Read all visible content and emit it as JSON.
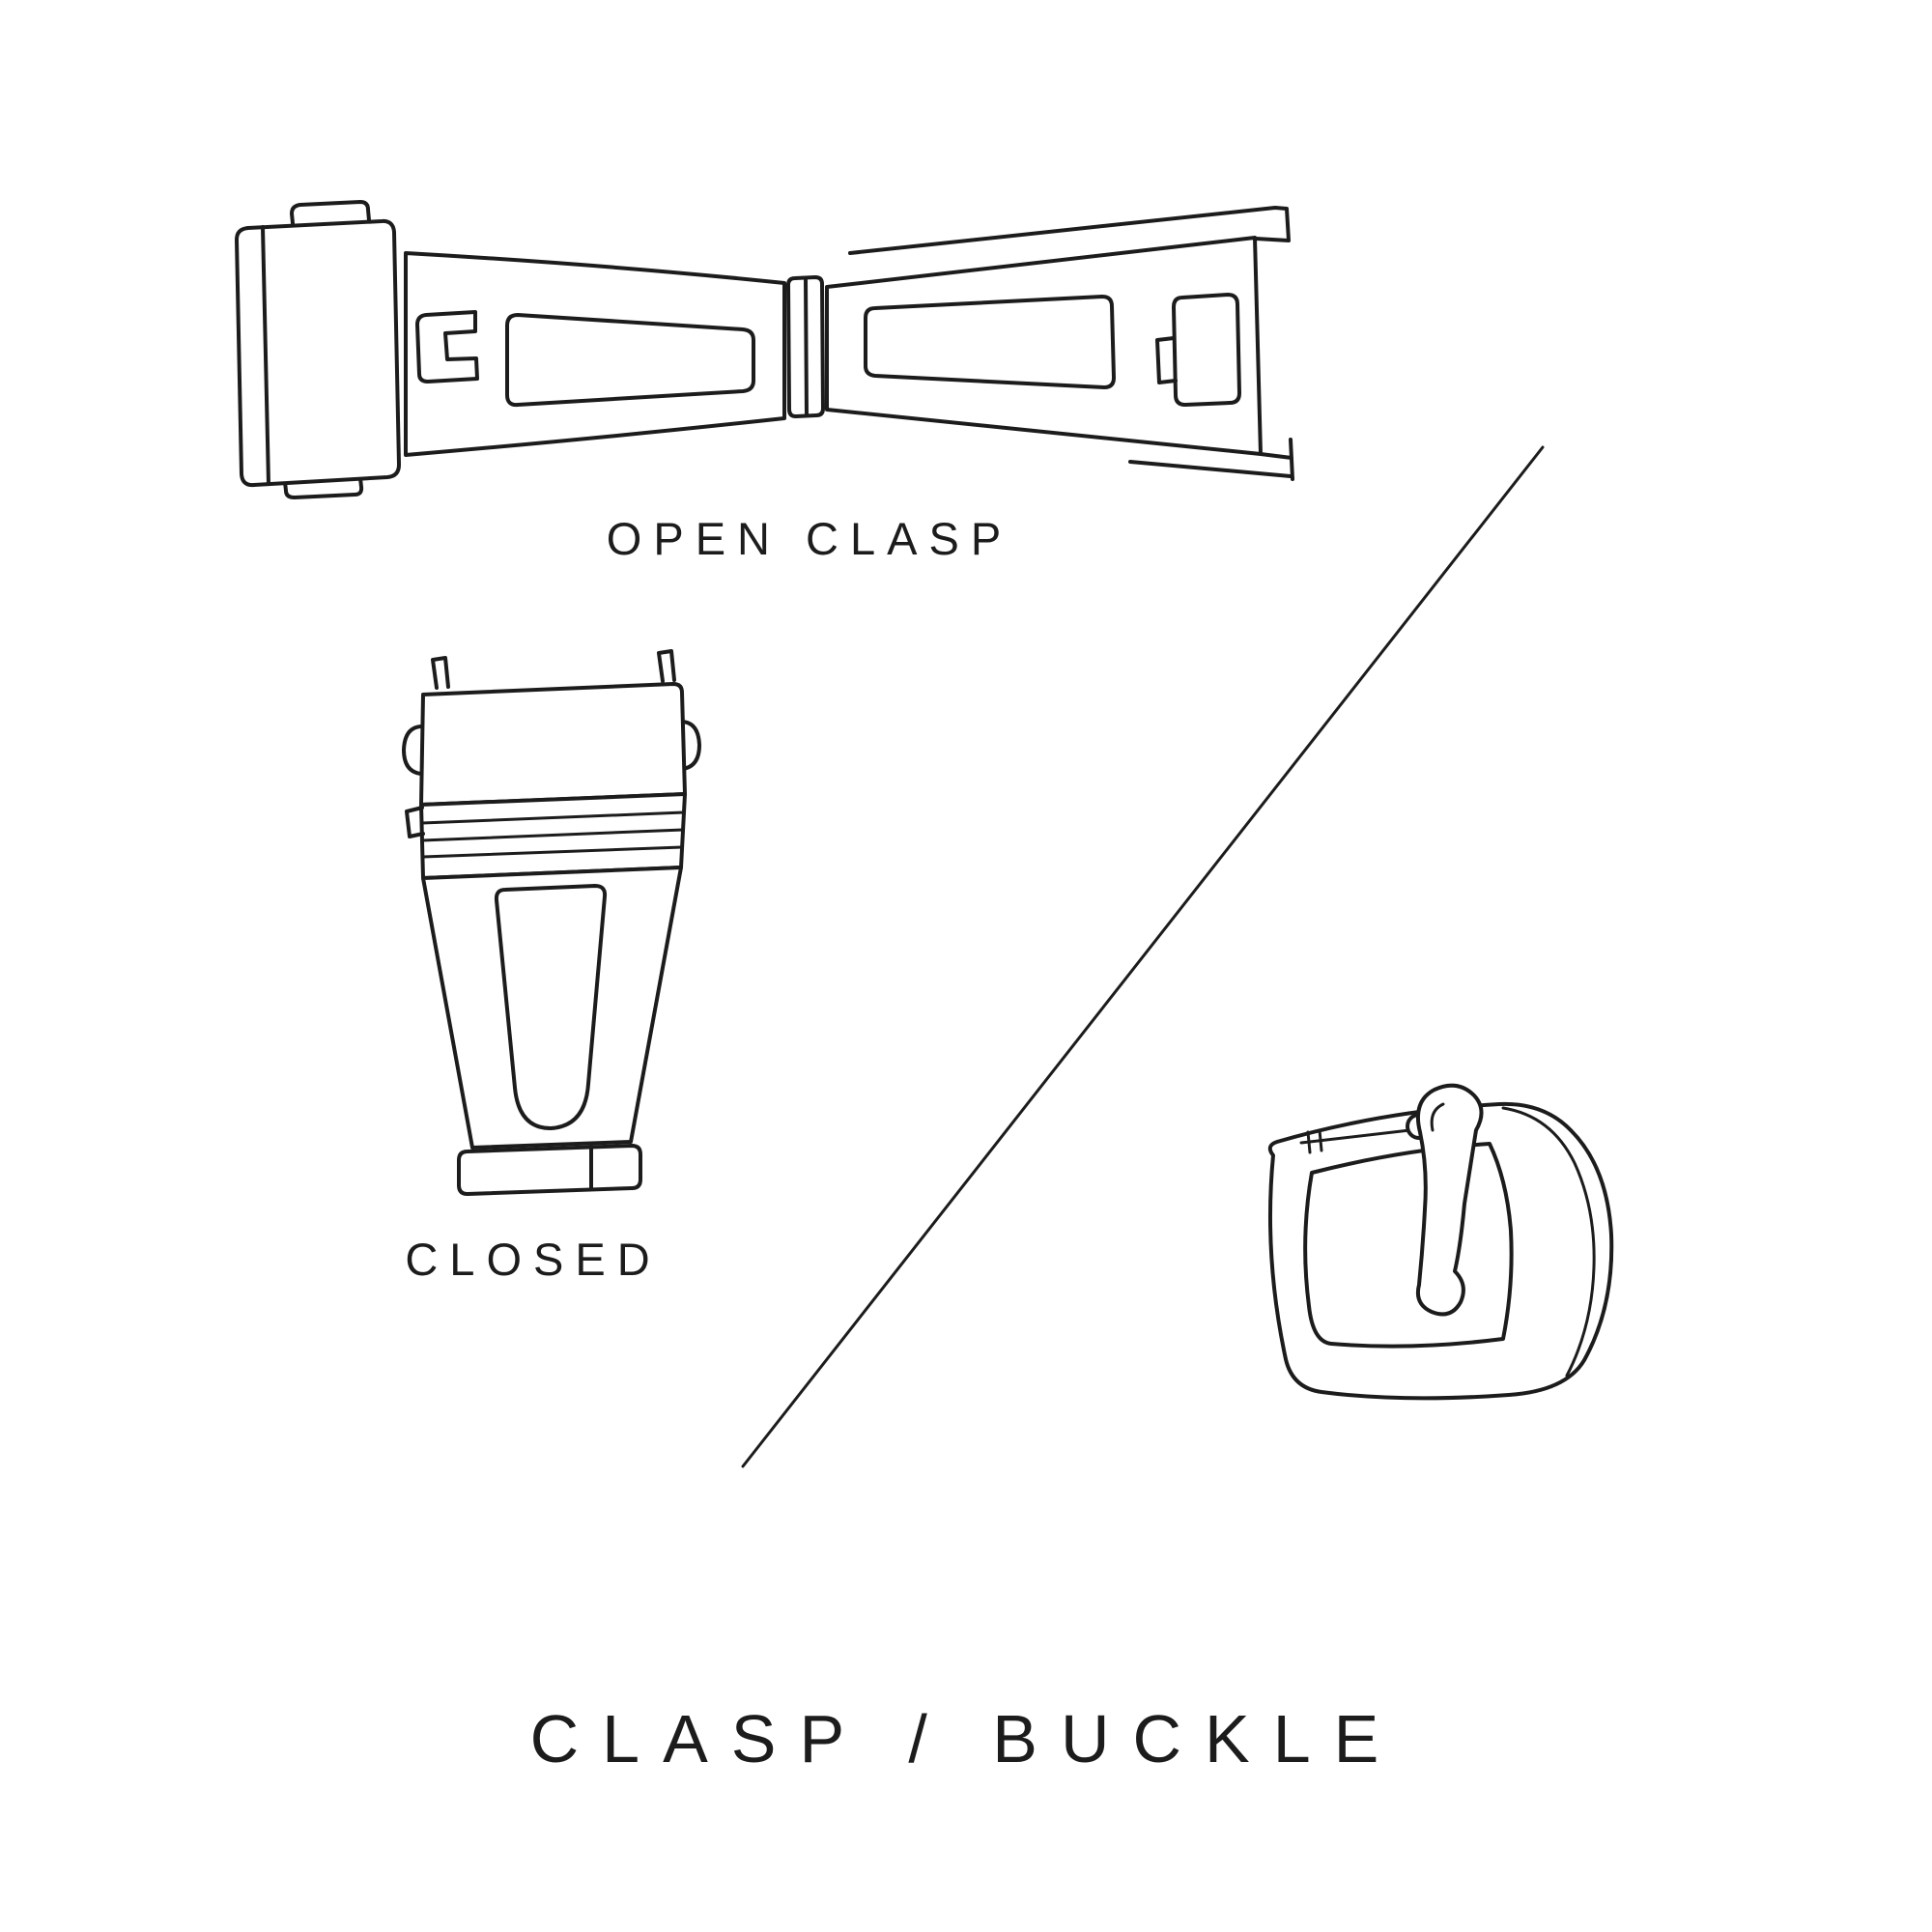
{
  "colors": {
    "ink": "#1c1c1c",
    "background": "#ffffff"
  },
  "diagram": {
    "title": "CLASP / BUCKLE",
    "labels": {
      "open_clasp": "OPEN CLASP",
      "closed": "CLOSED"
    },
    "illustrations": {
      "open_clasp": "open deployant clasp line drawing (top view, unfolded)",
      "closed_clasp": "closed deployant clasp line drawing (top view)",
      "tang_buckle": "tang buckle with pin and tongue line drawing"
    }
  }
}
